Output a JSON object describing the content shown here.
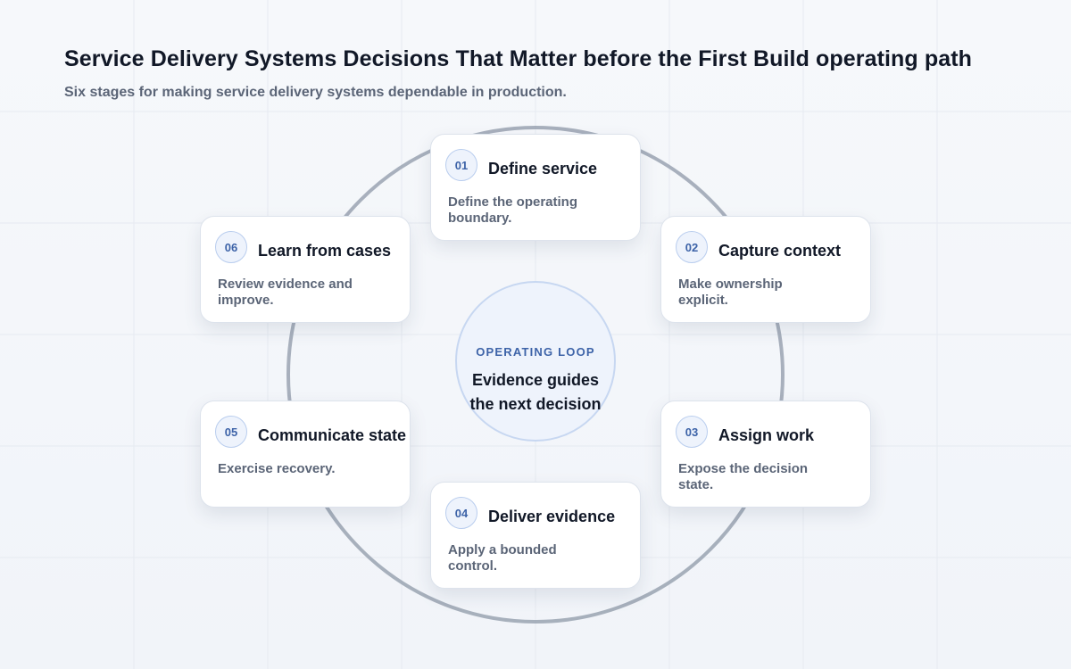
{
  "header": {
    "title": "Service Delivery Systems Decisions That Matter before the First Build operating path",
    "subtitle": "Six stages for making service delivery systems dependable in production."
  },
  "center": {
    "eyebrow": "OPERATING LOOP",
    "text": "Evidence guides the next decision"
  },
  "stages": [
    {
      "number": "01",
      "title": "Define service",
      "description": "Define the operating boundary."
    },
    {
      "number": "02",
      "title": "Capture context",
      "description": "Make ownership explicit."
    },
    {
      "number": "03",
      "title": "Assign work",
      "description": "Expose the decision state."
    },
    {
      "number": "04",
      "title": "Deliver evidence",
      "description": "Apply a bounded control."
    },
    {
      "number": "05",
      "title": "Communicate state",
      "description": "Exercise recovery."
    },
    {
      "number": "06",
      "title": "Learn from cases",
      "description": "Review evidence and improve."
    }
  ],
  "colors": {
    "accent": "#3d63a8",
    "ring": "#9aa3b2",
    "center_fill": "#eef3fc",
    "text_primary": "#111827",
    "text_secondary": "#5b6577"
  }
}
